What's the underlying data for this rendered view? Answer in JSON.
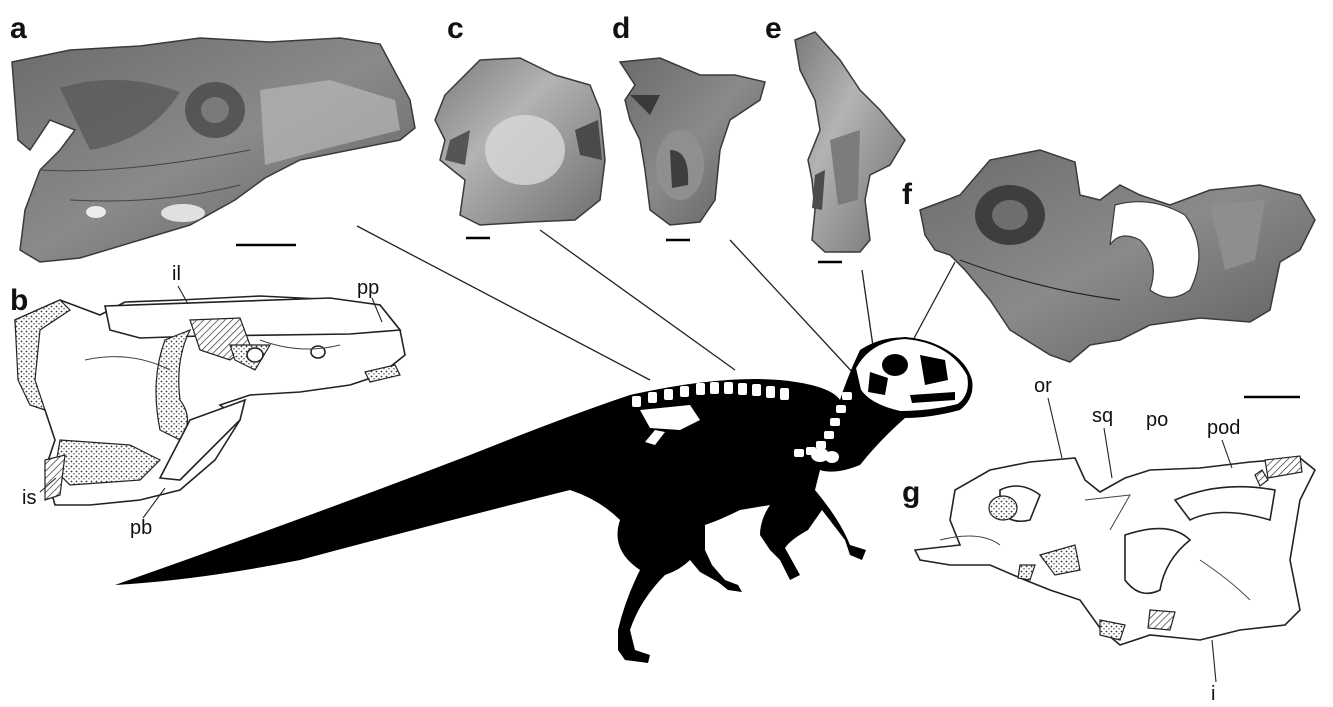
{
  "panel_labels": {
    "a": "a",
    "b": "b",
    "c": "c",
    "d": "d",
    "e": "e",
    "f": "f",
    "g": "g"
  },
  "annotations": {
    "il": "il",
    "pp": "pp",
    "is": "is",
    "pb": "pb",
    "or": "or",
    "sq": "sq",
    "po": "po",
    "pod": "pod",
    "i": "i"
  },
  "colors": {
    "silhouette": "#000000",
    "bone_photo_dark": "#5a5a5a",
    "bone_photo_light": "#a8a8a8",
    "drawing_line": "#222222",
    "background": "#ffffff"
  }
}
